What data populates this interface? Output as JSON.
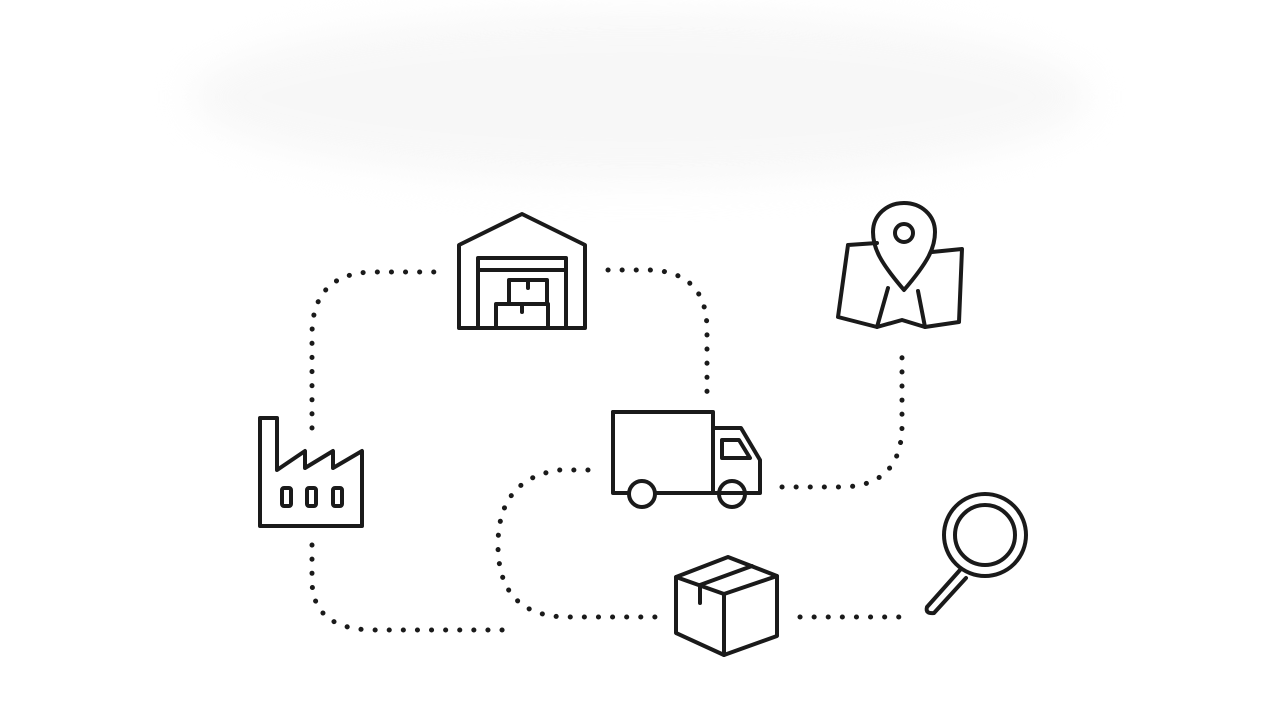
{
  "diagram": {
    "nodes": [
      {
        "id": "factory",
        "icon": "factory-icon"
      },
      {
        "id": "warehouse",
        "icon": "warehouse-icon"
      },
      {
        "id": "truck",
        "icon": "delivery-truck-icon"
      },
      {
        "id": "map",
        "icon": "map-pin-icon"
      },
      {
        "id": "package",
        "icon": "package-box-icon"
      },
      {
        "id": "search",
        "icon": "magnifying-glass-icon"
      }
    ],
    "connections": [
      {
        "from": "factory",
        "to": "warehouse"
      },
      {
        "from": "warehouse",
        "to": "truck"
      },
      {
        "from": "truck",
        "to": "map"
      },
      {
        "from": "factory",
        "to": "package"
      },
      {
        "from": "truck",
        "to": "package"
      },
      {
        "from": "package",
        "to": "search"
      }
    ],
    "stroke_color": "#1a1a1a",
    "background": "#ffffff"
  }
}
